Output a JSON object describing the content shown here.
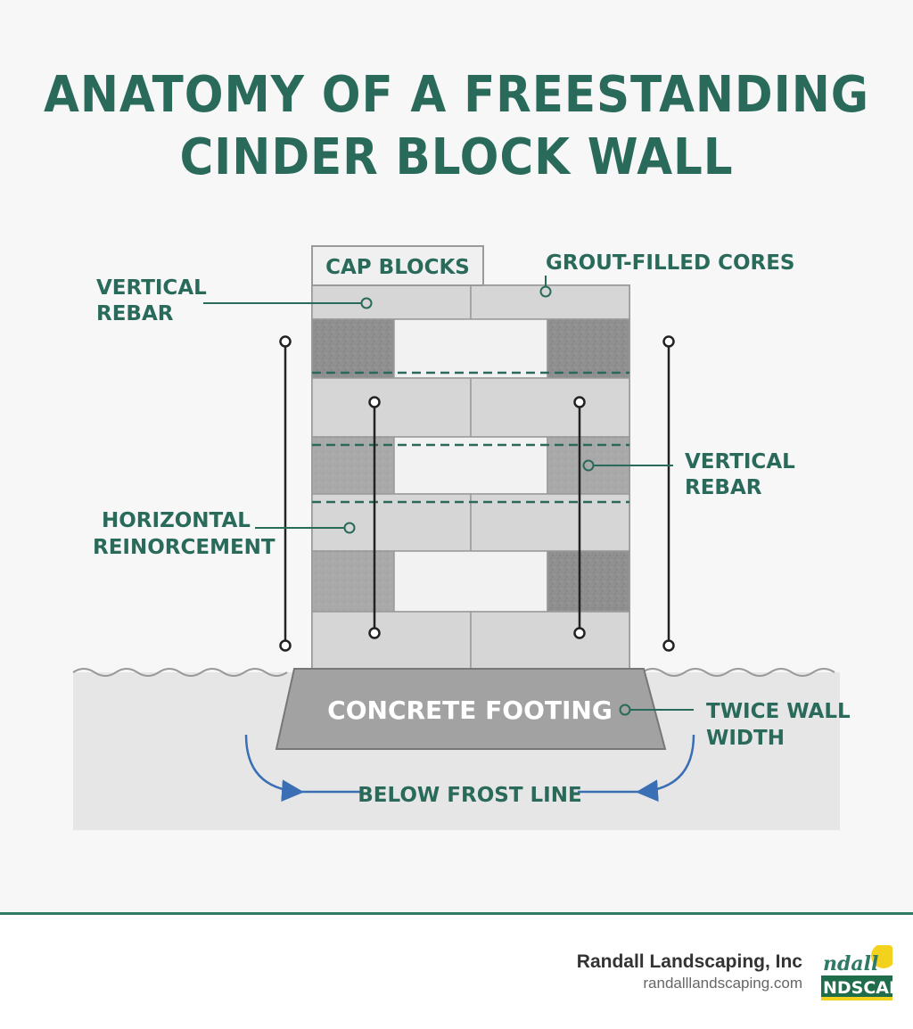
{
  "title": {
    "line1": "ANATOMY OF A FREESTANDING",
    "line2": "CINDER BLOCK WALL"
  },
  "labels": {
    "cap_blocks": "CAP BLOCKS",
    "grout_filled_cores": "GROUT-FILLED CORES",
    "vertical_rebar_left_1": "VERTICAL",
    "vertical_rebar_left_2": "REBAR",
    "vertical_rebar_right_1": "VERTICAL",
    "vertical_rebar_right_2": "REBAR",
    "horizontal_reinforcement_1": "HORIZONTAL",
    "horizontal_reinforcement_2": "REINORCEMENT",
    "concrete_footing": "CONCRETE FOOTING",
    "twice_wall_width_1": "TWICE WALL",
    "twice_wall_width_2": "WIDTH",
    "below_frost_line": "BELOW FROST LINE"
  },
  "footer": {
    "company_name": "Randall Landscaping, Inc",
    "company_url": "randalllandscaping.com",
    "logo_text_top": "ndall",
    "logo_text_bottom": "NDSCAP"
  },
  "colors": {
    "accent_green": "#2a6a5a",
    "arrow_blue": "#3a6fb5",
    "footer_rule": "#2f7a66"
  }
}
